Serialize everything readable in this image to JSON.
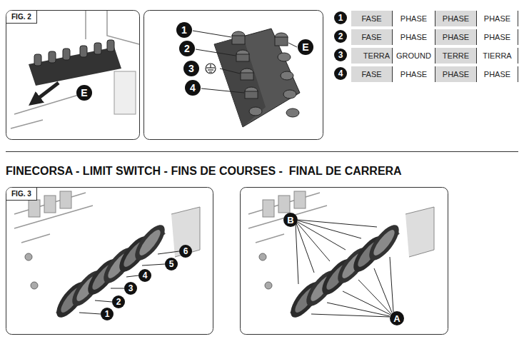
{
  "diagram": {
    "labels": [
      "FIG. 2",
      "E",
      "1",
      "2",
      "3",
      "4",
      "E",
      "1",
      "FASE",
      "PHASE",
      "PHASE",
      "PHASE",
      "2",
      "FASE",
      "PHASE",
      "PHASE",
      "PHASE",
      "3",
      "TERRA",
      "GROUND",
      "TERRE",
      "TIERRA",
      "4",
      "FASE",
      "PHASE",
      "PHASE",
      "PHASE",
      "FINECORSA - LIMIT SWITCH - FINS DE COURSES -  FINAL DE CARRERA",
      "FIG. 3",
      "6",
      "5",
      "4",
      "3",
      "2",
      "1",
      "B",
      "A"
    ]
  }
}
